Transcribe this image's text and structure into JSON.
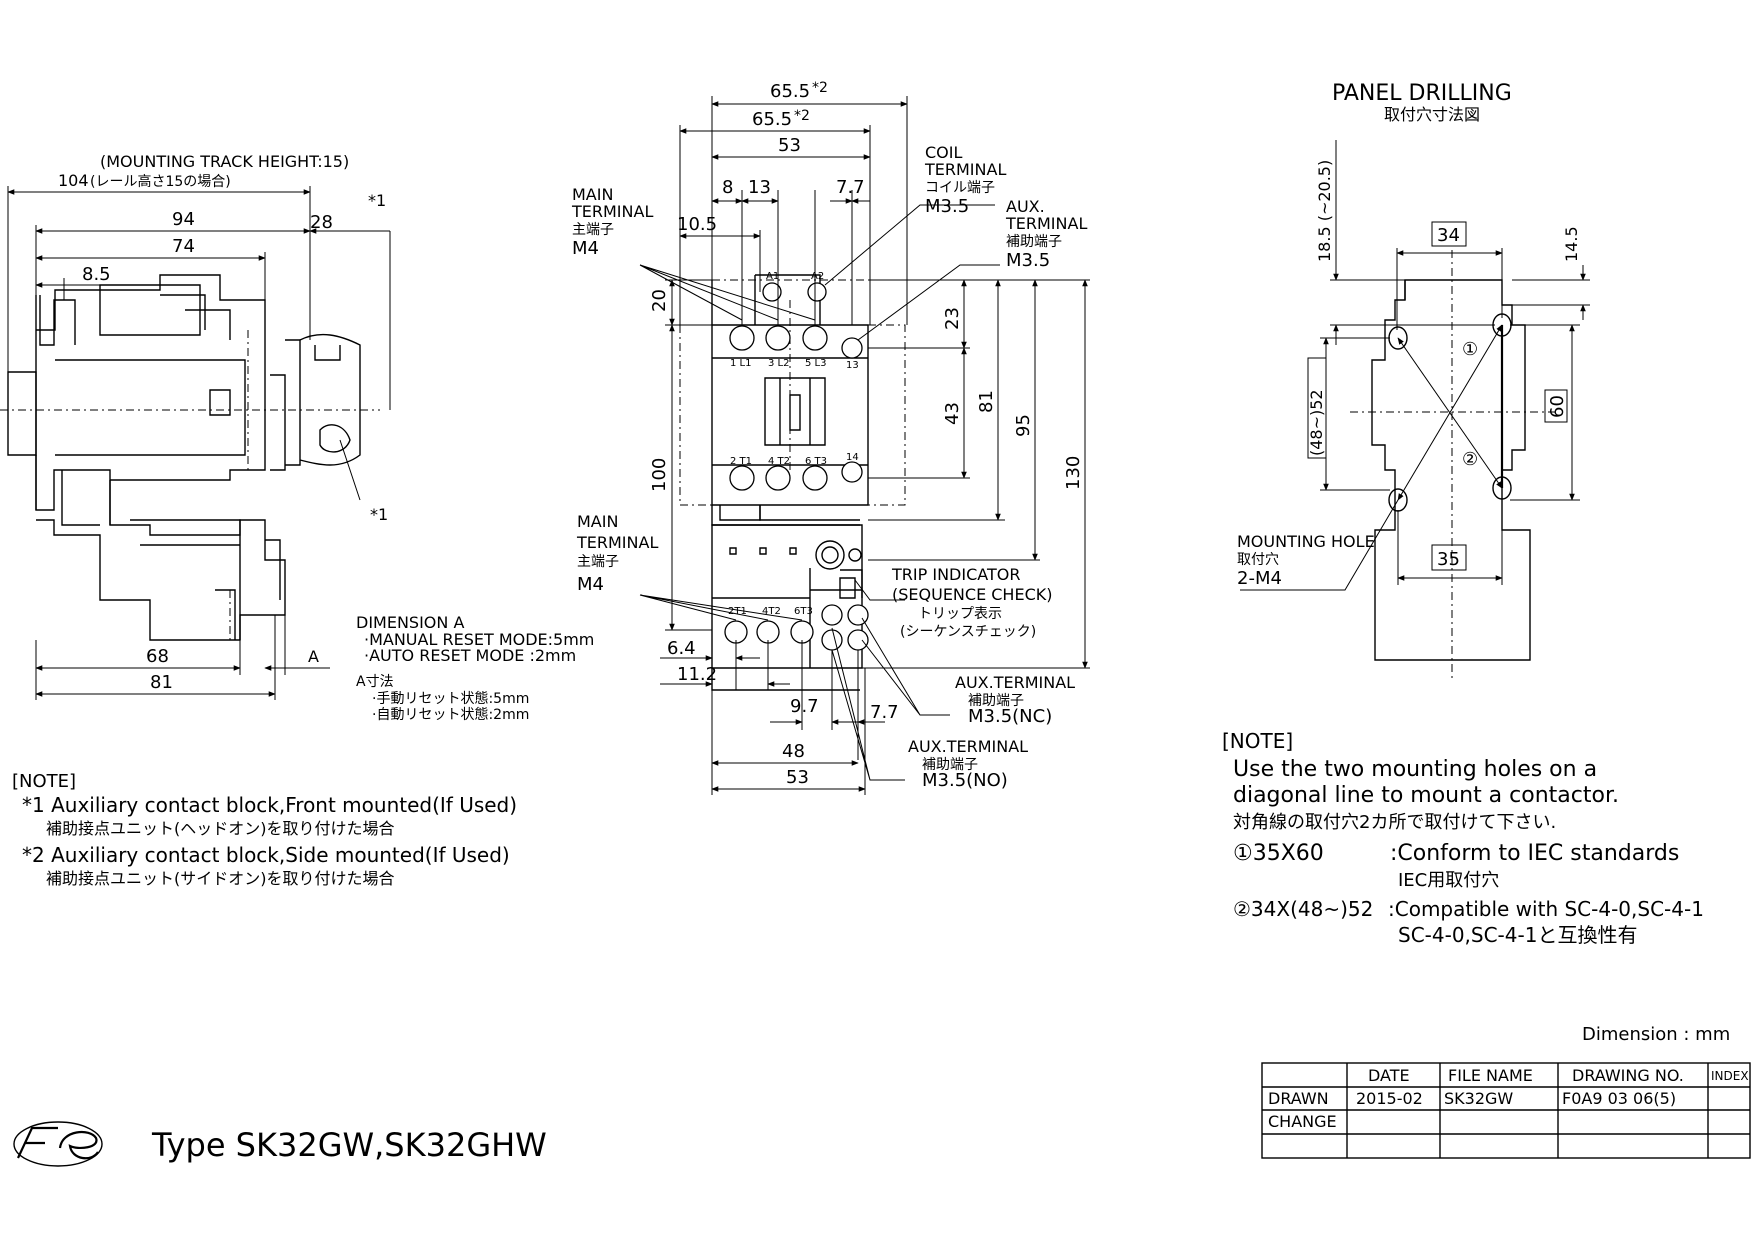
{
  "side_view": {
    "track_label": "(MOUNTING TRACK HEIGHT:15)",
    "dim_104": "104",
    "dim_104_jp": "(レール高さ15の場合)",
    "dim_94": "94",
    "dim_74": "74",
    "dim_8_5": "8.5",
    "dim_28": "28",
    "star1_top": "*1",
    "star1_side": "*1",
    "dim_68": "68",
    "dim_81": "81",
    "dim_A": "A"
  },
  "dimension_a": {
    "title": "DIMENSION A",
    "manual": "·MANUAL RESET MODE:5mm",
    "auto": "·AUTO RESET MODE  :2mm",
    "jp_title": "A寸法",
    "jp_manual": "·手動リセット状態:5mm",
    "jp_auto": "·自動リセット状態:2mm"
  },
  "note_left": {
    "title": "[NOTE]",
    "line1": "*1 Auxiliary contact block,Front mounted(If Used)",
    "line1_jp": "補助接点ユニット(ヘッドオン)を取り付けた場合",
    "line2": "*2 Auxiliary contact block,Side mounted(If Used)",
    "line2_jp": "補助接点ユニット(サイドオン)を取り付けた場合"
  },
  "front_view": {
    "dim_65_5_top": "65.5",
    "dim_65_5_mid": "65.5",
    "star2": "*2",
    "dim_53_top": "53",
    "dim_8": "8",
    "dim_13": "13",
    "dim_7_7_top": "7.7",
    "dim_10_5": "10.5",
    "dim_20": "20",
    "dim_100": "100",
    "dim_23": "23",
    "dim_43": "43",
    "dim_81": "81",
    "dim_95": "95",
    "dim_130": "130",
    "dim_6_4": "6.4",
    "dim_11_2": "11.2",
    "dim_9_7": "9.7",
    "dim_7_7_bottom": "7.7",
    "dim_48": "48",
    "dim_53_bottom": "53",
    "main_terminal_top": [
      "MAIN",
      "TERMINAL",
      "主端子",
      "M4"
    ],
    "coil_terminal": [
      "COIL",
      "TERMINAL",
      "コイル端子",
      "M3.5"
    ],
    "aux_terminal_top": [
      "AUX.",
      "TERMINAL",
      "補助端子",
      "M3.5"
    ],
    "main_terminal_bottom": [
      "MAIN",
      "TERMINAL",
      "主端子",
      "M4"
    ],
    "trip_indicator": [
      "TRIP INDICATOR",
      "(SEQUENCE CHECK)",
      "トリップ表示",
      "(シーケンスチェック)"
    ],
    "aux_nc": [
      "AUX.TERMINAL",
      "補助端子",
      "M3.5(NC)"
    ],
    "aux_no": [
      "AUX.TERMINAL",
      "補助端子",
      "M3.5(NO)"
    ],
    "labels_top": [
      "A1",
      "A2",
      "1 L1",
      "3 L2",
      "5 L3",
      "13",
      "2 T1",
      "4 T2",
      "6 T3",
      "14"
    ],
    "labels_ol": [
      "2T1",
      "4T2",
      "6T3"
    ]
  },
  "panel_drilling": {
    "title": "PANEL DRILLING",
    "title_jp": "取付穴寸法図",
    "dim_18_5": "18.5 (~20.5)",
    "dim_34": "34",
    "dim_14_5": "14.5",
    "dim_48_52": "(48~)52",
    "dim_60": "60",
    "dim_35": "35",
    "circle1": "①",
    "circle2": "②",
    "mounting_hole": [
      "MOUNTING HOLE",
      "取付穴",
      "2-M4"
    ]
  },
  "note_right": {
    "title": "[NOTE]",
    "line1": "Use the two mounting holes on a",
    "line2": "diagonal line to mount a contactor.",
    "line_jp": "対角線の取付穴2カ所で取付けて下さい.",
    "item1_label": "①35X60",
    "item1_text": ":Conform to IEC standards",
    "item1_jp": "IEC用取付穴",
    "item2_label": "②34X(48~)52",
    "item2_text": ":Compatible with SC-4-0,SC-4-1",
    "item2_jp": "SC-4-0,SC-4-1と互換性有"
  },
  "dimension_unit": "Dimension : mm",
  "title_block": {
    "headers": [
      "",
      "DATE",
      "FILE NAME",
      "DRAWING NO.",
      "INDEX"
    ],
    "rows": [
      [
        "DRAWN",
        "2015-02",
        "SK32GW",
        "F0A9 03 06(5)",
        ""
      ],
      [
        "CHANGE",
        "",
        "",
        "",
        ""
      ],
      [
        "",
        "",
        "",
        "",
        ""
      ]
    ]
  },
  "type_label": "Type SK32GW,SK32GHW",
  "logo_text": "Fe"
}
